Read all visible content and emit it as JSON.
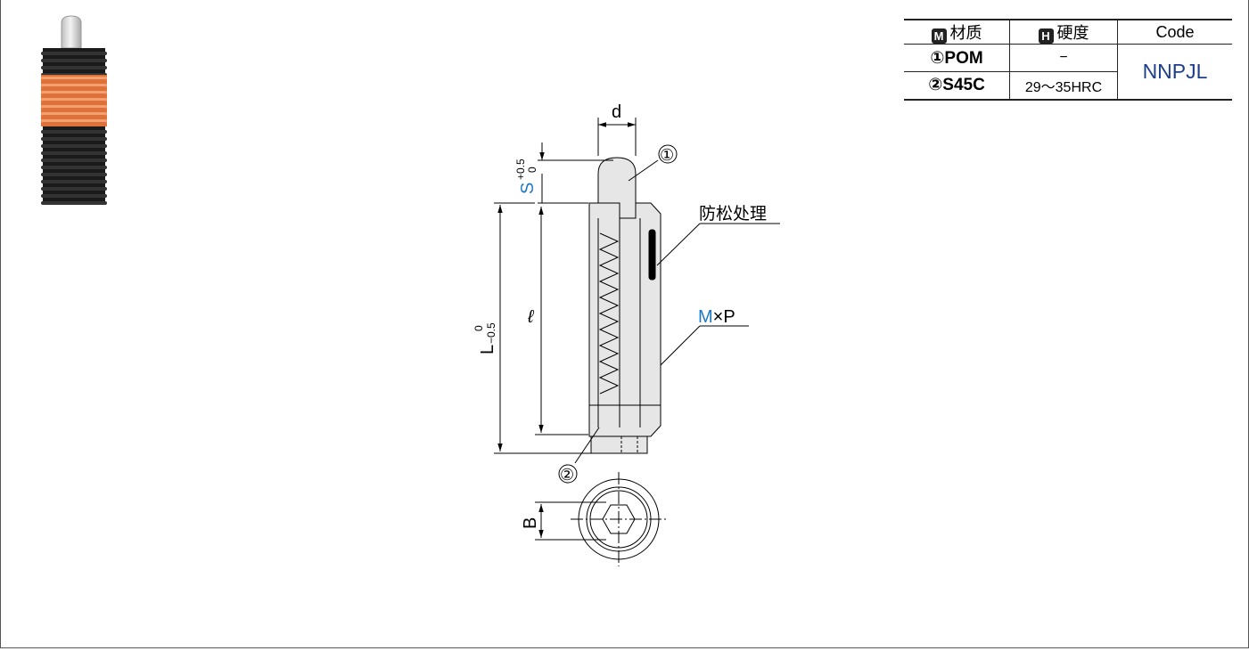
{
  "table": {
    "headers": [
      {
        "badge": "M",
        "label": "材质"
      },
      {
        "badge": "H",
        "label": "硬度"
      },
      {
        "badge": "",
        "label": "Code"
      }
    ],
    "rows": [
      {
        "material": "①POM",
        "hardness": "−"
      },
      {
        "material": "②S45C",
        "hardness": "29～35HRC"
      }
    ],
    "code": "NNPJL"
  },
  "drawing": {
    "dim_d": "d",
    "dim_s": "S",
    "dim_s_tol_upper": "+0.5",
    "dim_s_tol_lower": "0",
    "dim_l": "L",
    "dim_l_tol_upper": "0",
    "dim_l_tol_lower": "−0.5",
    "dim_ell": "ℓ",
    "callout_1": "①",
    "callout_2": "②",
    "anti_loose_label": "防松处理",
    "thread_m": "M",
    "thread_rest": "×P",
    "dim_b": "B"
  },
  "colors": {
    "blue_symbol": "#1f78c4",
    "code_text": "#1d3f8a",
    "thread_patch": "#e8743b"
  }
}
